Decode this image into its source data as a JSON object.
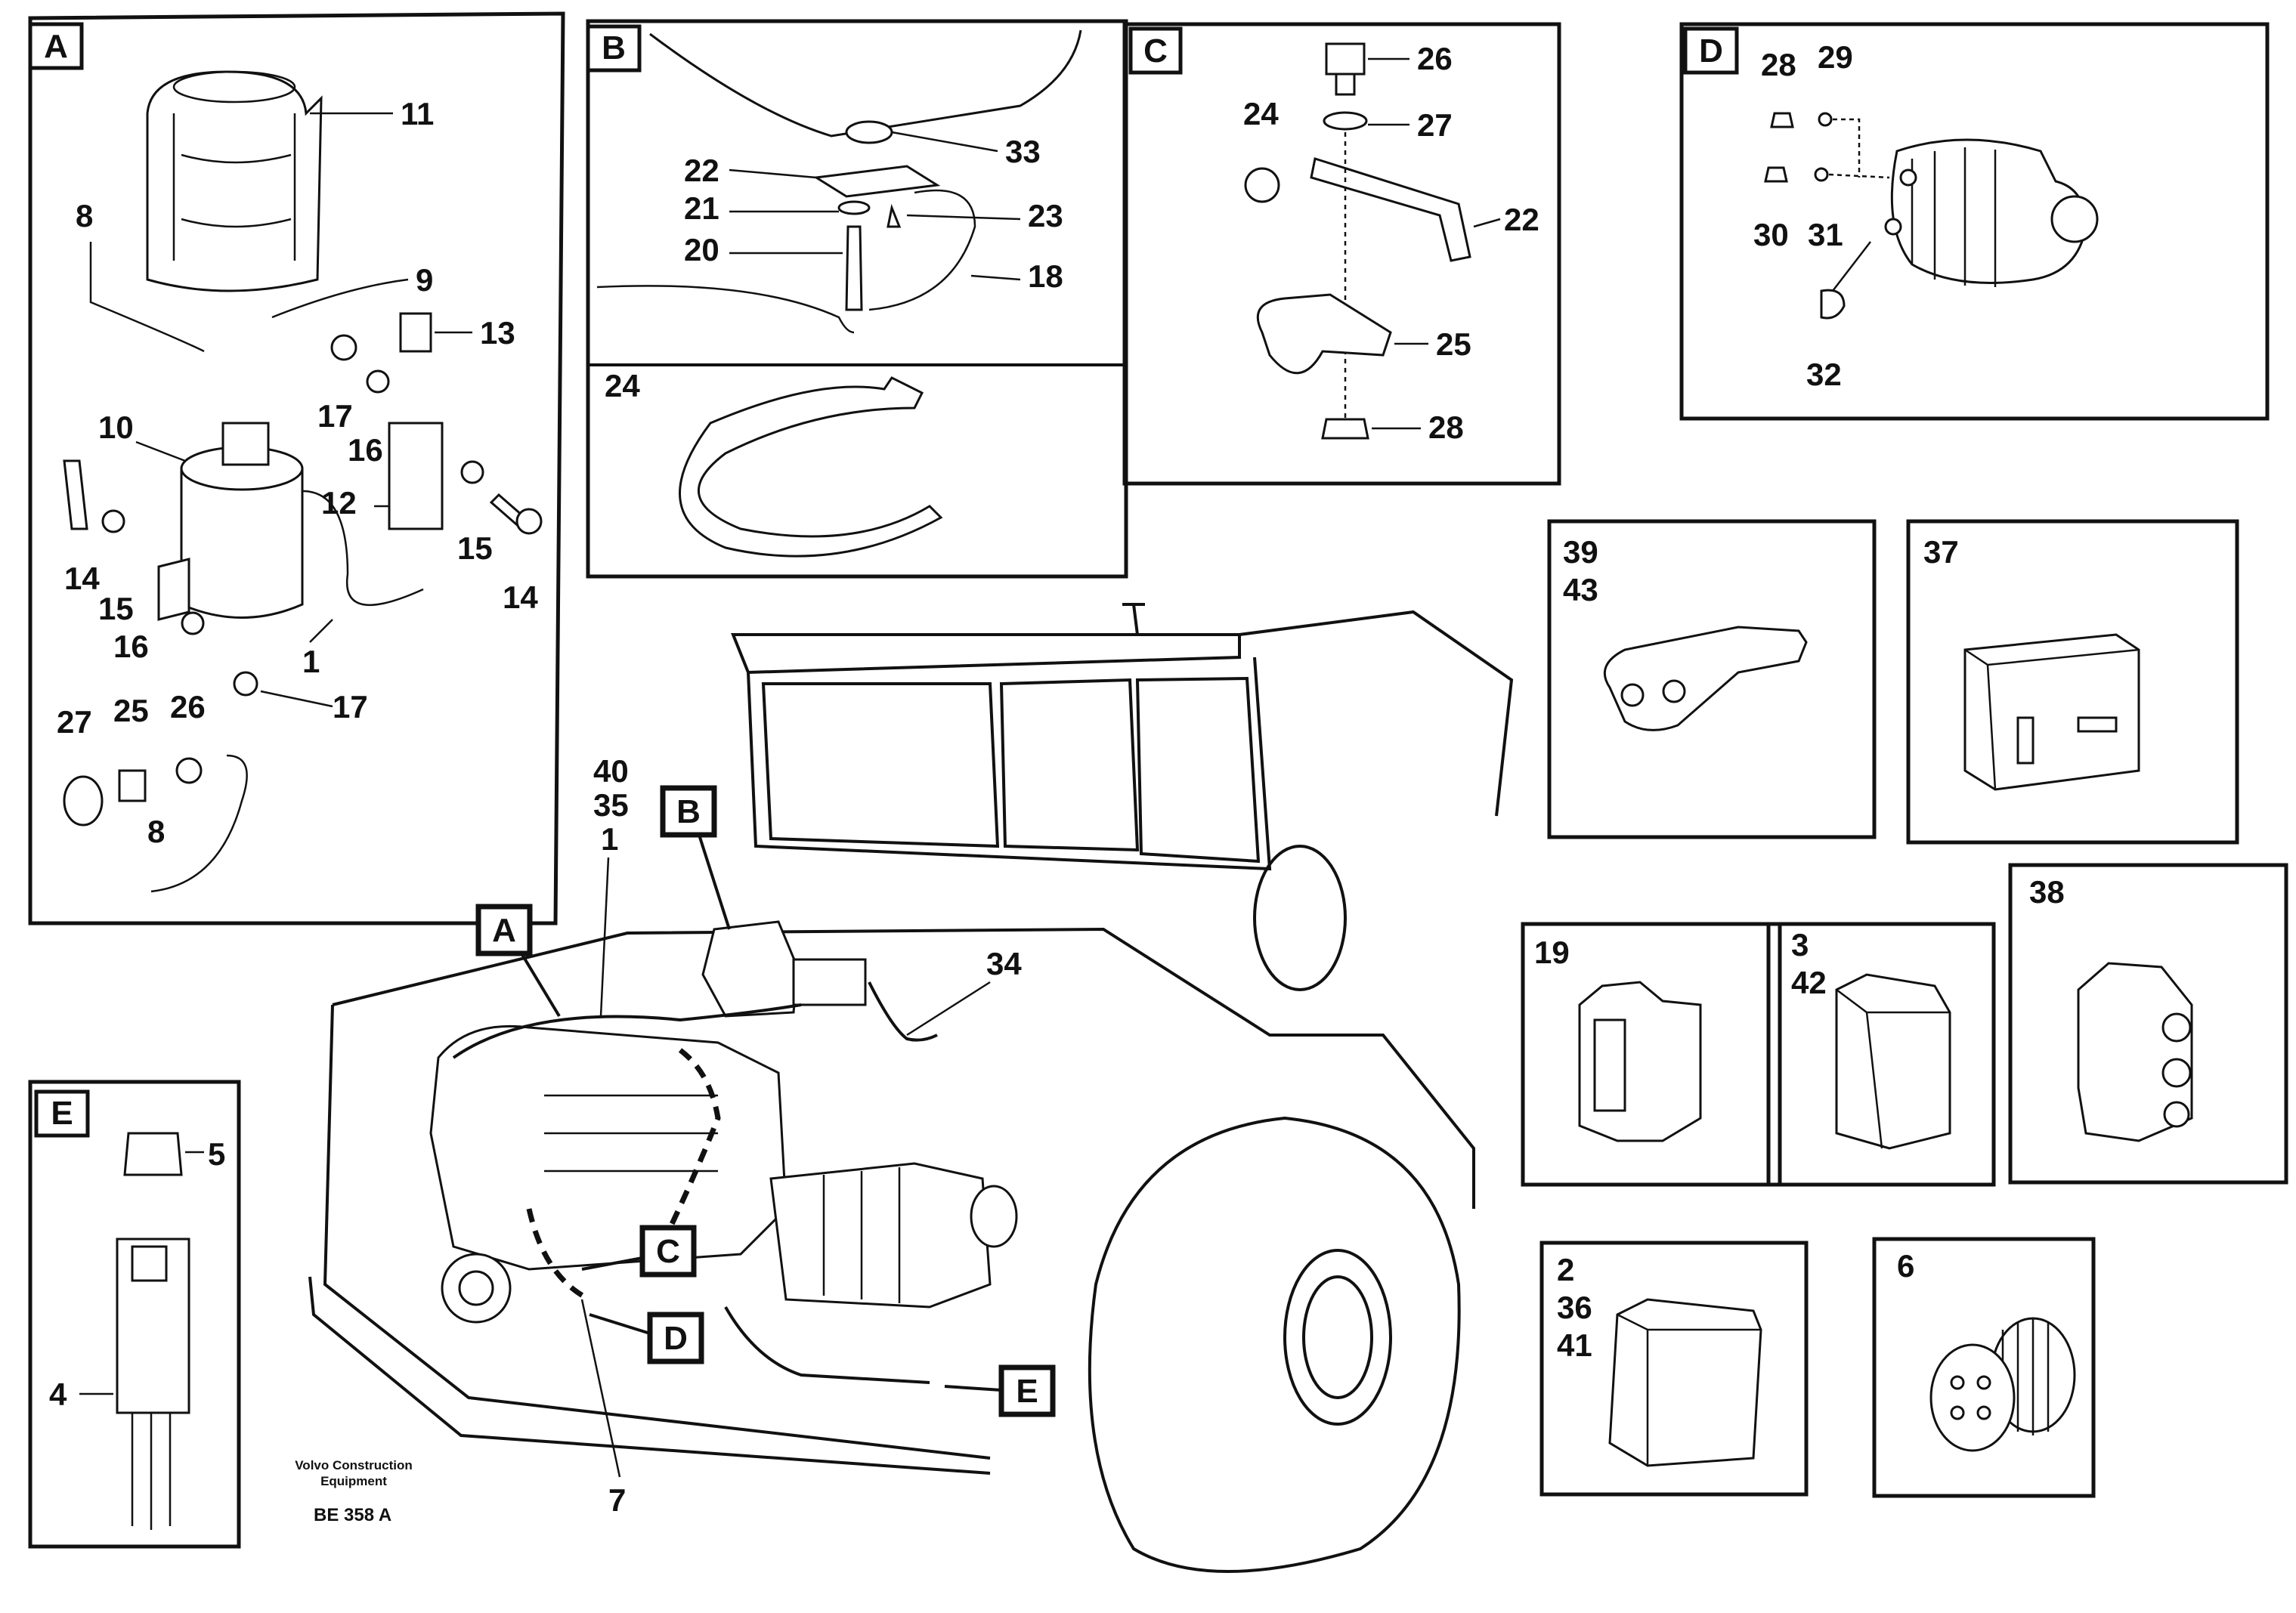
{
  "panels": {
    "A": {
      "tag": "A",
      "labels": {
        "n11": "11",
        "n8a": "8",
        "n9": "9",
        "n13": "13",
        "n10": "10",
        "n17a": "17",
        "n16a": "16",
        "n12": "12",
        "n15a": "15",
        "n14a": "14",
        "n15b": "15",
        "n14b": "14",
        "n16b": "16",
        "n1": "1",
        "n17b": "17",
        "n27": "27",
        "n25": "25",
        "n26": "26",
        "n8b": "8"
      }
    },
    "B": {
      "tag": "B",
      "labels": {
        "n33": "33",
        "n22": "22",
        "n21": "21",
        "n23": "23",
        "n20": "20",
        "n18": "18",
        "n24": "24"
      }
    },
    "C": {
      "tag": "C",
      "labels": {
        "n26": "26",
        "n24": "24",
        "n27": "27",
        "n22": "22",
        "n25": "25",
        "n28": "28"
      }
    },
    "D": {
      "tag": "D",
      "labels": {
        "n28": "28",
        "n29": "29",
        "n30": "30",
        "n31": "31",
        "n32": "32"
      }
    },
    "E": {
      "tag": "E",
      "labels": {
        "n5": "5",
        "n4": "4"
      }
    }
  },
  "connectors": {
    "c39": {
      "line1": "39",
      "line2": "43"
    },
    "c37": {
      "line1": "37"
    },
    "c38": {
      "line1": "38"
    },
    "c19": {
      "line1": "19"
    },
    "c3": {
      "line1": "3",
      "line2": "42"
    },
    "c2": {
      "line1": "2",
      "line2": "36",
      "line3": "41"
    },
    "c6": {
      "line1": "6"
    }
  },
  "machine": {
    "callouts": {
      "n40": "40",
      "n35": "35",
      "n1": "1",
      "n34": "34",
      "n7": "7"
    },
    "tags": {
      "A": "A",
      "B": "B",
      "C": "C",
      "D": "D",
      "E": "E"
    }
  },
  "footer": {
    "maker_line1": "Volvo Construction",
    "maker_line2": "Equipment",
    "ref": "BE 358 A"
  }
}
